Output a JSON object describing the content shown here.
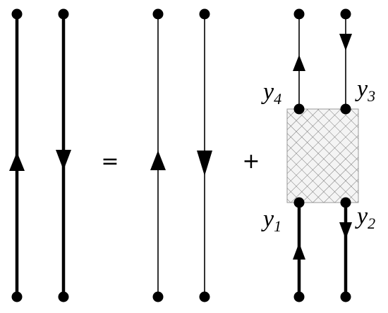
{
  "operators": {
    "equals": "=",
    "plus": "+"
  },
  "labels": {
    "y4": {
      "base": "y",
      "index": "4"
    },
    "y3": {
      "base": "y",
      "index": "3"
    },
    "y1": {
      "base": "y",
      "index": "1"
    },
    "y2": {
      "base": "y",
      "index": "2"
    }
  },
  "colors": {
    "ink": "#000000",
    "box_fill": "#f4f4f4",
    "hatch": "#7a7a7a"
  }
}
